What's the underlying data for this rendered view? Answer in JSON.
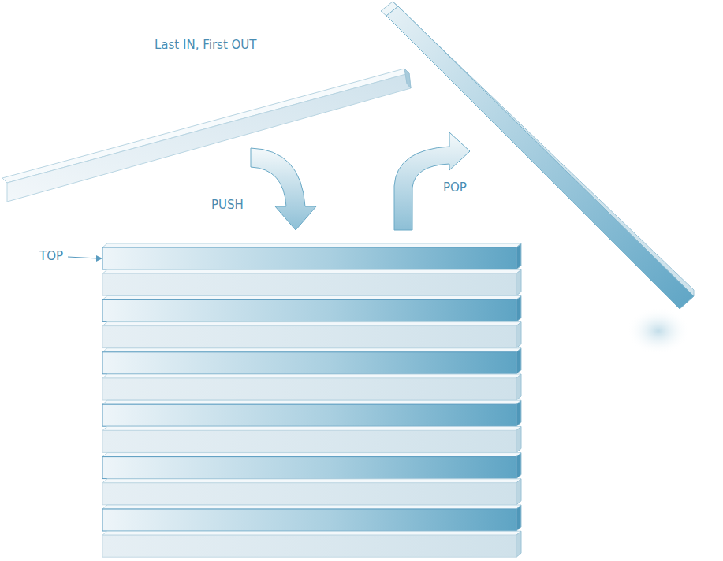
{
  "diagram": {
    "labels": [
      "Last IN, First OUT",
      "PUSH",
      "POP",
      "TOP"
    ]
  }
}
